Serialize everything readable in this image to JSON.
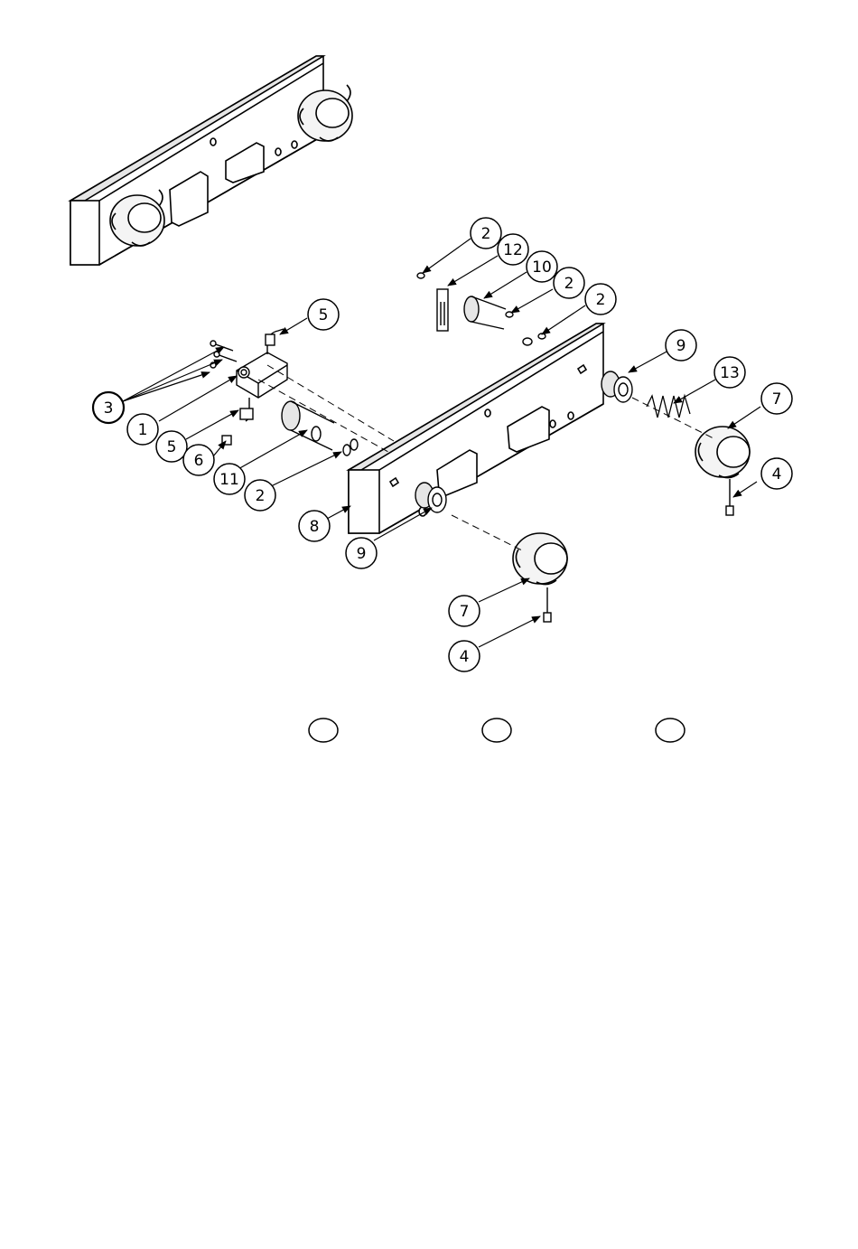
{
  "diagram": {
    "callouts": [
      {
        "id": "c2a",
        "label": "2"
      },
      {
        "id": "c12",
        "label": "12"
      },
      {
        "id": "c10",
        "label": "10"
      },
      {
        "id": "c2b",
        "label": "2"
      },
      {
        "id": "c2c",
        "label": "2"
      },
      {
        "id": "c5a",
        "label": "5"
      },
      {
        "id": "c9a",
        "label": "9"
      },
      {
        "id": "c13",
        "label": "13"
      },
      {
        "id": "c7a",
        "label": "7"
      },
      {
        "id": "c3",
        "label": "3"
      },
      {
        "id": "c1",
        "label": "1"
      },
      {
        "id": "c5b",
        "label": "5"
      },
      {
        "id": "c6",
        "label": "6"
      },
      {
        "id": "c11",
        "label": "11"
      },
      {
        "id": "c2d",
        "label": "2"
      },
      {
        "id": "c4a",
        "label": "4"
      },
      {
        "id": "c8",
        "label": "8"
      },
      {
        "id": "c9b",
        "label": "9"
      },
      {
        "id": "c7b",
        "label": "7"
      },
      {
        "id": "c4b",
        "label": "4"
      }
    ],
    "blank_circles": 3
  }
}
